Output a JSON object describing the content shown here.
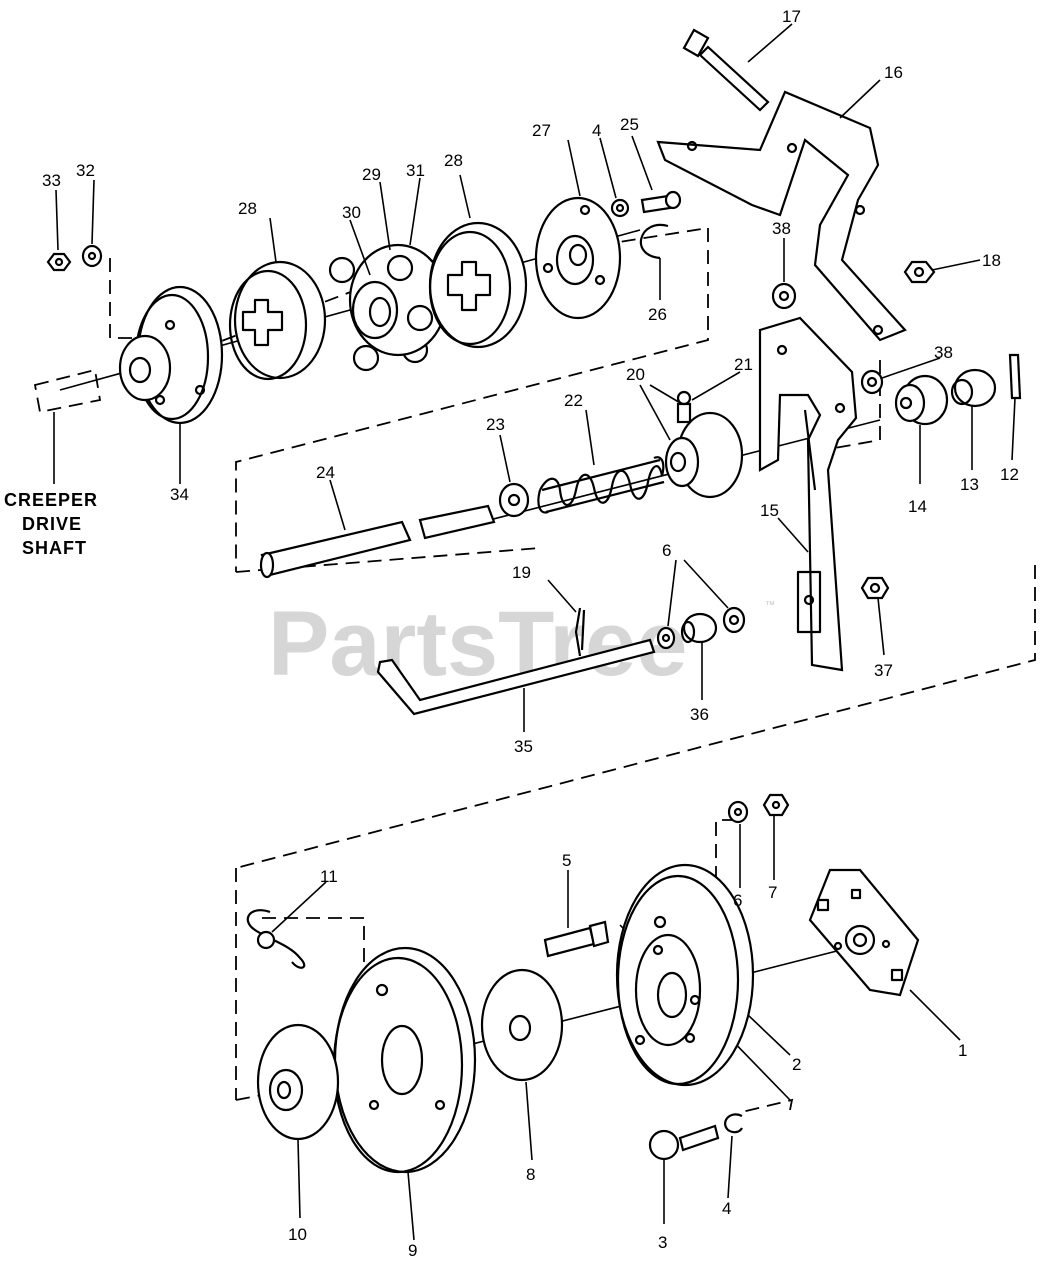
{
  "watermark": {
    "text": "PartsTree",
    "trademark": "™"
  },
  "side_label": {
    "line1": "CREEPER",
    "line2": "DRIVE",
    "line3": "SHAFT"
  },
  "callouts": {
    "n1": "1",
    "n2": "2",
    "n3": "3",
    "n4a": "4",
    "n4b": "4",
    "n5": "5",
    "n6a": "6",
    "n6b": "6",
    "n7": "7",
    "n8": "8",
    "n9": "9",
    "n10": "10",
    "n11": "11",
    "n12": "12",
    "n13": "13",
    "n14": "14",
    "n15": "15",
    "n16": "16",
    "n17": "17",
    "n18": "18",
    "n19": "19",
    "n20": "20",
    "n21": "21",
    "n22": "22",
    "n23": "23",
    "n24": "24",
    "n25": "25",
    "n26": "26",
    "n27": "27",
    "n28a": "28",
    "n28b": "28",
    "n29": "29",
    "n30": "30",
    "n31": "31",
    "n32": "32",
    "n33": "33",
    "n34": "34",
    "n35": "35",
    "n36": "36",
    "n37": "37",
    "n38a": "38",
    "n38b": "38"
  }
}
